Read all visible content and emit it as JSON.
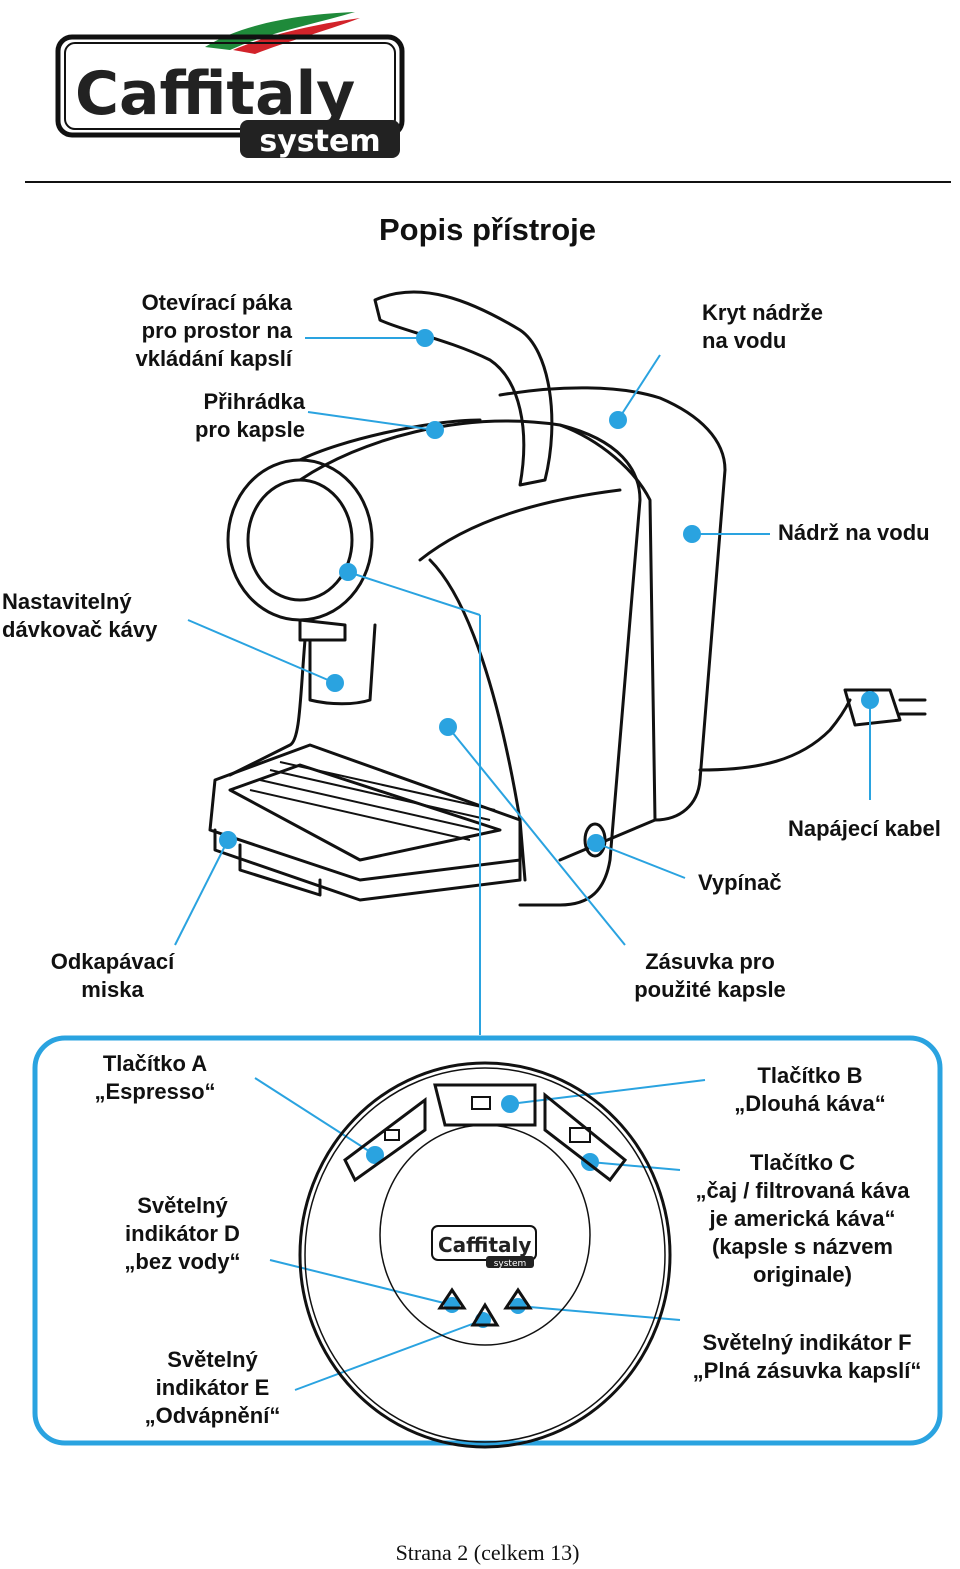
{
  "logo": {
    "brand": "Caffitaly",
    "sub": "system"
  },
  "title": "Popis přístroje",
  "machine_labels": {
    "lever": "Otevírací páka\npro prostor na\nvkládání kapslí",
    "capsule_compartment": "Přihrádka\npro kapsle",
    "tank_cover": "Kryt nádrže\nna vodu",
    "water_tank": "Nádrž na vodu",
    "dispenser": "Nastavitelný\ndávkovač kávy",
    "power_cable": "Napájecí kabel",
    "power_switch": "Vypínač",
    "drip_tray": "Odkapávací\nmiska",
    "used_capsule_drawer": "Zásuvka pro\npoužité kapsle"
  },
  "panel_labels": {
    "button_a": "Tlačítko A\n„Espresso“",
    "button_b": "Tlačítko B\n„Dlouhá káva“",
    "button_c": "Tlačítko C\n„čaj / filtrovaná káva\nje americká káva“\n(kapsle s názvem\noriginale)",
    "indicator_d": "Světelný\nindikátor D\n„bez vody“",
    "indicator_e": "Světelný\nindikátor  E\n„Odvápnění“",
    "indicator_f": "Světelný indikátor F\n„Plná zásuvka kapslí“"
  },
  "panel_logo": {
    "brand": "Caffitaly",
    "sub": "system"
  },
  "footer": "Strana 2 (celkem 13)",
  "colors": {
    "accent": "#2aa3e0",
    "line": "#111111",
    "flag_green": "#1f8a3a",
    "flag_red": "#d2232a"
  }
}
